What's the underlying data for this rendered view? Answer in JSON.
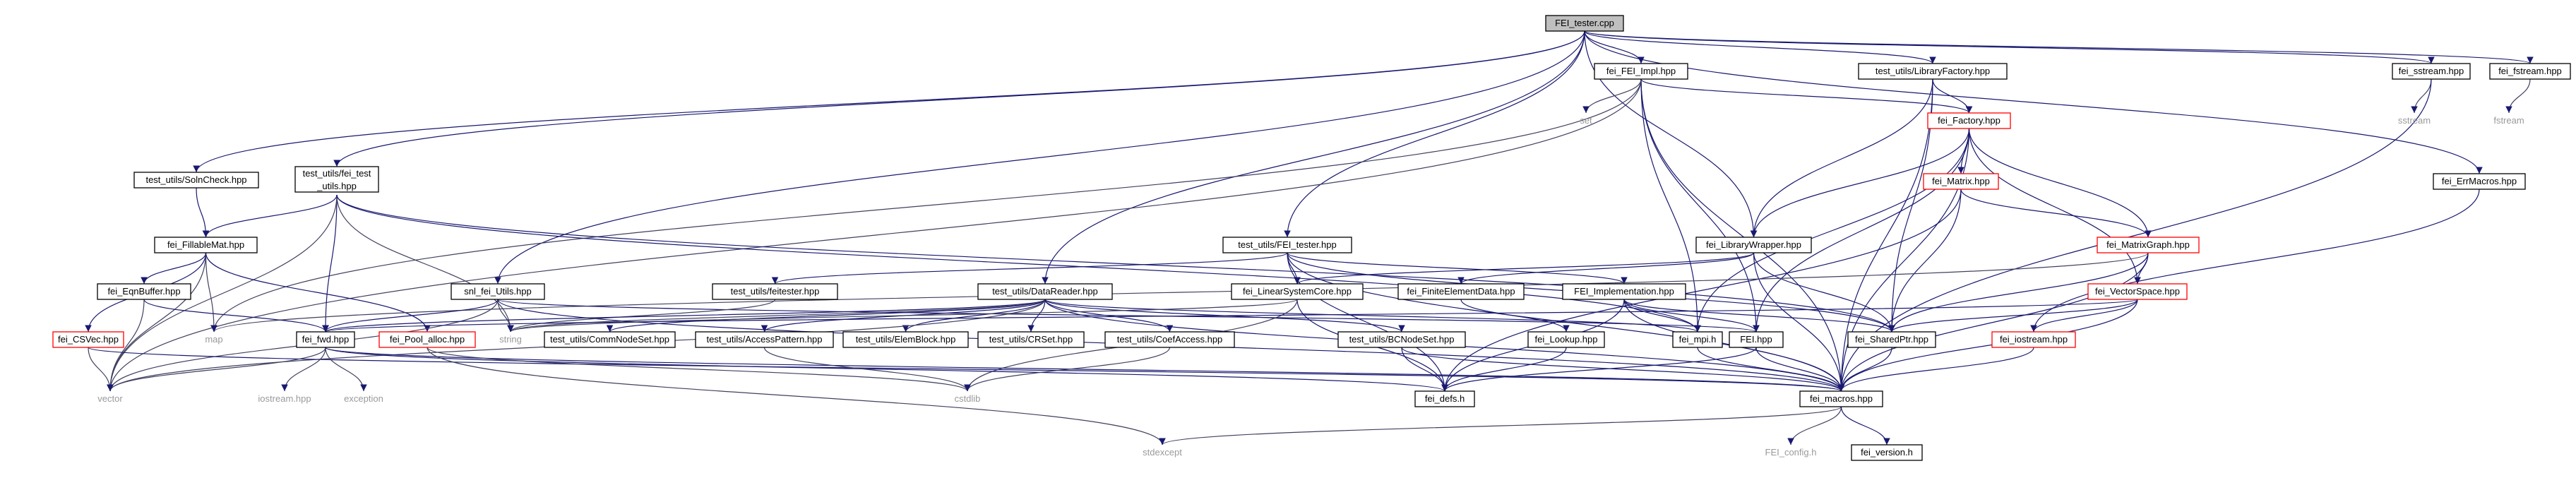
{
  "graph": {
    "root": "FEI_tester.cpp",
    "nodes": [
      {
        "id": "root",
        "label": "FEI_tester.cpp",
        "kind": "root"
      },
      {
        "id": "fei_impl",
        "label": "fei_FEI_Impl.hpp",
        "kind": "normal"
      },
      {
        "id": "libfactory",
        "label": "test_utils/LibraryFactory.hpp",
        "kind": "normal"
      },
      {
        "id": "sstream_h",
        "label": "fei_sstream.hpp",
        "kind": "normal"
      },
      {
        "id": "fstream_h",
        "label": "fei_fstream.hpp",
        "kind": "normal"
      },
      {
        "id": "set",
        "label": "set",
        "kind": "system"
      },
      {
        "id": "factory",
        "label": "fei_Factory.hpp",
        "kind": "red"
      },
      {
        "id": "sstream",
        "label": "sstream",
        "kind": "system"
      },
      {
        "id": "fstream",
        "label": "fstream",
        "kind": "system"
      },
      {
        "id": "solncheck",
        "label": "test_utils/SolnCheck.hpp",
        "kind": "normal"
      },
      {
        "id": "feitest1",
        "label": "test_utils/fei_test",
        "kind": "normal"
      },
      {
        "id": "feitest2",
        "label": "_utils.hpp",
        "kind": "normal"
      },
      {
        "id": "matrix",
        "label": "fei_Matrix.hpp",
        "kind": "red"
      },
      {
        "id": "errmacros",
        "label": "fei_ErrMacros.hpp",
        "kind": "normal"
      },
      {
        "id": "fillable",
        "label": "fei_FillableMat.hpp",
        "kind": "normal"
      },
      {
        "id": "libwrapper",
        "label": "fei_LibraryWrapper.hpp",
        "kind": "normal"
      },
      {
        "id": "feitester_h",
        "label": "test_utils/FEI_tester.hpp",
        "kind": "normal"
      },
      {
        "id": "matrixgraph",
        "label": "fei_MatrixGraph.hpp",
        "kind": "red"
      },
      {
        "id": "snl",
        "label": "snl_fei_Utils.hpp",
        "kind": "normal"
      },
      {
        "id": "eqnbuffer",
        "label": "fei_EqnBuffer.hpp",
        "kind": "normal"
      },
      {
        "id": "feitester2",
        "label": "test_utils/feitester.hpp",
        "kind": "normal"
      },
      {
        "id": "datareader",
        "label": "test_utils/DataReader.hpp",
        "kind": "normal"
      },
      {
        "id": "lsc",
        "label": "fei_LinearSystemCore.hpp",
        "kind": "normal"
      },
      {
        "id": "fedata",
        "label": "fei_FiniteElementData.hpp",
        "kind": "normal"
      },
      {
        "id": "feiimpl2",
        "label": "FEI_Implementation.hpp",
        "kind": "normal"
      },
      {
        "id": "vectorspace",
        "label": "fei_VectorSpace.hpp",
        "kind": "red"
      },
      {
        "id": "csvec",
        "label": "fei_CSVec.hpp",
        "kind": "red"
      },
      {
        "id": "map",
        "label": "map",
        "kind": "system"
      },
      {
        "id": "fwd",
        "label": "fei_fwd.hpp",
        "kind": "normal"
      },
      {
        "id": "poolalloc",
        "label": "fei_Pool_alloc.hpp",
        "kind": "red"
      },
      {
        "id": "string",
        "label": "string",
        "kind": "system"
      },
      {
        "id": "commnode",
        "label": "test_utils/CommNodeSet.hpp",
        "kind": "normal"
      },
      {
        "id": "accesspattern",
        "label": "test_utils/AccessPattern.hpp",
        "kind": "normal"
      },
      {
        "id": "elemblock",
        "label": "test_utils/ElemBlock.hpp",
        "kind": "normal"
      },
      {
        "id": "crset",
        "label": "test_utils/CRSet.hpp",
        "kind": "normal"
      },
      {
        "id": "coefaccess",
        "label": "test_utils/CoefAccess.hpp",
        "kind": "normal"
      },
      {
        "id": "bcnode",
        "label": "test_utils/BCNodeSet.hpp",
        "kind": "normal"
      },
      {
        "id": "lookup",
        "label": "fei_Lookup.hpp",
        "kind": "normal"
      },
      {
        "id": "mpi",
        "label": "fei_mpi.h",
        "kind": "normal"
      },
      {
        "id": "fei_hpp",
        "label": "FEI.hpp",
        "kind": "normal"
      },
      {
        "id": "sharedptr",
        "label": "fei_SharedPtr.hpp",
        "kind": "normal"
      },
      {
        "id": "iostream_h",
        "label": "fei_iostream.hpp",
        "kind": "red"
      },
      {
        "id": "vector",
        "label": "vector",
        "kind": "system"
      },
      {
        "id": "iostreamhpp",
        "label": "iostream.hpp",
        "kind": "system"
      },
      {
        "id": "exception",
        "label": "exception",
        "kind": "system"
      },
      {
        "id": "cstdlib",
        "label": "cstdlib",
        "kind": "system"
      },
      {
        "id": "defs",
        "label": "fei_defs.h",
        "kind": "normal"
      },
      {
        "id": "macros",
        "label": "fei_macros.hpp",
        "kind": "normal"
      },
      {
        "id": "stdexcept",
        "label": "stdexcept",
        "kind": "system"
      },
      {
        "id": "feiconfig",
        "label": "FEI_config.h",
        "kind": "system"
      },
      {
        "id": "version",
        "label": "fei_version.h",
        "kind": "normal"
      }
    ],
    "edges": [
      [
        "root",
        "fei_impl"
      ],
      [
        "root",
        "libfactory"
      ],
      [
        "root",
        "sstream_h"
      ],
      [
        "root",
        "fstream_h"
      ],
      [
        "root",
        "solncheck"
      ],
      [
        "root",
        "feitest1"
      ],
      [
        "root",
        "snl"
      ],
      [
        "root",
        "datareader"
      ],
      [
        "root",
        "feitester_h"
      ],
      [
        "root",
        "libwrapper"
      ],
      [
        "root",
        "errmacros"
      ],
      [
        "fei_impl",
        "set"
      ],
      [
        "fei_impl",
        "factory"
      ],
      [
        "fei_impl",
        "macros"
      ],
      [
        "fei_impl",
        "mpi"
      ],
      [
        "fei_impl",
        "fei_hpp"
      ],
      [
        "fei_impl",
        "map"
      ],
      [
        "fei_impl",
        "vector"
      ],
      [
        "libfactory",
        "factory"
      ],
      [
        "libfactory",
        "libwrapper"
      ],
      [
        "libfactory",
        "sharedptr"
      ],
      [
        "libfactory",
        "macros"
      ],
      [
        "sstream_h",
        "sstream"
      ],
      [
        "sstream_h",
        "macros"
      ],
      [
        "fstream_h",
        "fstream"
      ],
      [
        "factory",
        "matrix"
      ],
      [
        "factory",
        "matrixgraph"
      ],
      [
        "factory",
        "vectorspace"
      ],
      [
        "factory",
        "libwrapper"
      ],
      [
        "factory",
        "mpi"
      ],
      [
        "factory",
        "fei_hpp"
      ],
      [
        "factory",
        "macros"
      ],
      [
        "matrix",
        "matrixgraph"
      ],
      [
        "matrix",
        "sharedptr"
      ],
      [
        "matrix",
        "defs"
      ],
      [
        "errmacros",
        "iostream_h"
      ],
      [
        "solncheck",
        "fillable"
      ],
      [
        "feitest2",
        "fillable"
      ],
      [
        "feitest2",
        "fwd"
      ],
      [
        "feitest2",
        "string"
      ],
      [
        "feitest2",
        "vector"
      ],
      [
        "feitest2",
        "mpi"
      ],
      [
        "feitest2",
        "sharedptr"
      ],
      [
        "fillable",
        "eqnbuffer"
      ],
      [
        "fillable",
        "csvec"
      ],
      [
        "fillable",
        "map"
      ],
      [
        "fillable",
        "vector"
      ],
      [
        "fillable",
        "poolalloc"
      ],
      [
        "libwrapper",
        "lsc"
      ],
      [
        "libwrapper",
        "fedata"
      ],
      [
        "libwrapper",
        "sharedptr"
      ],
      [
        "libwrapper",
        "macros"
      ],
      [
        "feitester_h",
        "feitester2"
      ],
      [
        "feitester_h",
        "lsc"
      ],
      [
        "feitester_h",
        "feiimpl2"
      ],
      [
        "feitester_h",
        "defs"
      ],
      [
        "feitester_h",
        "macros"
      ],
      [
        "feitester_h",
        "sharedptr"
      ],
      [
        "matrixgraph",
        "vectorspace"
      ],
      [
        "matrixgraph",
        "macros"
      ],
      [
        "matrixgraph",
        "sharedptr"
      ],
      [
        "matrixgraph",
        "map"
      ],
      [
        "snl",
        "fwd"
      ],
      [
        "snl",
        "string"
      ],
      [
        "snl",
        "vector"
      ],
      [
        "snl",
        "fei_hpp"
      ],
      [
        "snl",
        "macros"
      ],
      [
        "eqnbuffer",
        "fwd"
      ],
      [
        "eqnbuffer",
        "vector"
      ],
      [
        "feitester2",
        "string"
      ],
      [
        "datareader",
        "commnode"
      ],
      [
        "datareader",
        "accesspattern"
      ],
      [
        "datareader",
        "elemblock"
      ],
      [
        "datareader",
        "crset"
      ],
      [
        "datareader",
        "coefaccess"
      ],
      [
        "datareader",
        "bcnode"
      ],
      [
        "datareader",
        "fwd"
      ],
      [
        "datareader",
        "string"
      ],
      [
        "datareader",
        "vector"
      ],
      [
        "datareader",
        "mpi"
      ],
      [
        "datareader",
        "macros"
      ],
      [
        "lsc",
        "defs"
      ],
      [
        "lsc",
        "cstdlib"
      ],
      [
        "lsc",
        "string"
      ],
      [
        "fedata",
        "lookup"
      ],
      [
        "feiimpl2",
        "fei_hpp"
      ],
      [
        "feiimpl2",
        "mpi"
      ],
      [
        "feiimpl2",
        "defs"
      ],
      [
        "feiimpl2",
        "sharedptr"
      ],
      [
        "feiimpl2",
        "macros"
      ],
      [
        "vectorspace",
        "sharedptr"
      ],
      [
        "vectorspace",
        "iostream_h"
      ],
      [
        "vectorspace",
        "macros"
      ],
      [
        "vectorspace",
        "fwd"
      ],
      [
        "csvec",
        "vector"
      ],
      [
        "csvec",
        "macros"
      ],
      [
        "fwd",
        "iostreamhpp"
      ],
      [
        "fwd",
        "exception"
      ],
      [
        "fwd",
        "vector"
      ],
      [
        "fwd",
        "defs"
      ],
      [
        "fwd",
        "macros"
      ],
      [
        "poolalloc",
        "stdexcept"
      ],
      [
        "poolalloc",
        "cstdlib"
      ],
      [
        "accesspattern",
        "cstdlib"
      ],
      [
        "coefaccess",
        "cstdlib"
      ],
      [
        "bcnode",
        "defs"
      ],
      [
        "bcnode",
        "macros"
      ],
      [
        "lookup",
        "defs"
      ],
      [
        "fei_hpp",
        "defs"
      ],
      [
        "fei_hpp",
        "macros"
      ],
      [
        "sharedptr",
        "macros"
      ],
      [
        "iostream_h",
        "macros"
      ],
      [
        "mpi",
        "macros"
      ],
      [
        "macros",
        "stdexcept"
      ],
      [
        "macros",
        "feiconfig"
      ],
      [
        "macros",
        "version"
      ]
    ]
  }
}
